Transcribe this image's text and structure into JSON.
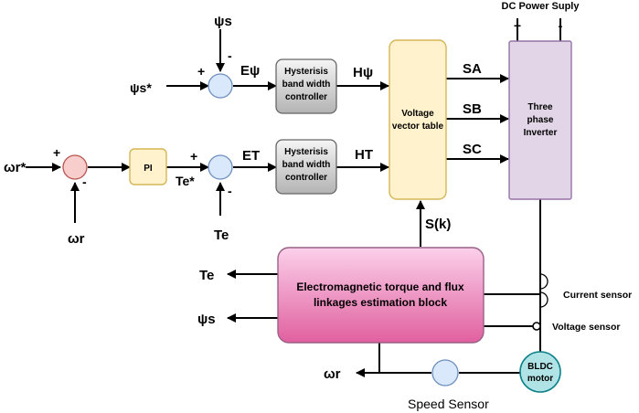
{
  "supply": {
    "title": "DC Power Suply",
    "plus": "+",
    "minus": "-"
  },
  "blocks": {
    "hyst_flux": [
      "Hysterisis",
      "band width",
      "controller"
    ],
    "hyst_torque": [
      "Hysterisis",
      "band width",
      "controller"
    ],
    "vvt": [
      "Voltage",
      "vector table"
    ],
    "inverter": [
      "Three",
      "phase",
      "Inverter"
    ],
    "estimator": [
      "Electromagnetic torque and flux",
      "linkages estimation block"
    ],
    "pi": "PI",
    "motor": [
      "BLDC",
      "motor"
    ]
  },
  "signals": {
    "psi_s_top": "ψs",
    "psi_s_ref": "ψs*",
    "e_psi": "Eψ",
    "h_psi": "Hψ",
    "s_a": "SA",
    "s_b": "SB",
    "s_c": "SC",
    "wr_ref": "ωr*",
    "wr_fb": "ωr",
    "te_ref": "Te*",
    "te_fb": "Te",
    "e_t": "ET",
    "h_t": "HT",
    "s_k": "S(k)",
    "te_out": "Te",
    "psi_s_out": "ψs",
    "wr_out": "ωr"
  },
  "signs": {
    "flux_sum_plus": "+",
    "flux_sum_minus": "-",
    "speed_sum_plus": "+",
    "speed_sum_minus": "-",
    "torque_sum_plus": "+",
    "torque_sum_minus": "-"
  },
  "sensors": {
    "current": "Current sensor",
    "voltage": "Voltage sensor",
    "speed": "Speed Sensor"
  },
  "colors": {
    "sum_blue_fill": "#dae8fc",
    "sum_blue_stroke": "#6c8ebf",
    "sum_red_fill": "#f8cecc",
    "sum_red_stroke": "#b85450",
    "pi_fill": "#fff2cc",
    "pi_stroke": "#d6b656",
    "vvt_fill": "#fff2cc",
    "vvt_stroke": "#d6b656",
    "inverter_fill": "#e1d5e7",
    "inverter_stroke": "#9673a6",
    "motor_fill": "#b0e3e6",
    "motor_stroke": "#0e8088",
    "hyst_stroke": "#666666",
    "estimator_stroke": "#996185"
  }
}
